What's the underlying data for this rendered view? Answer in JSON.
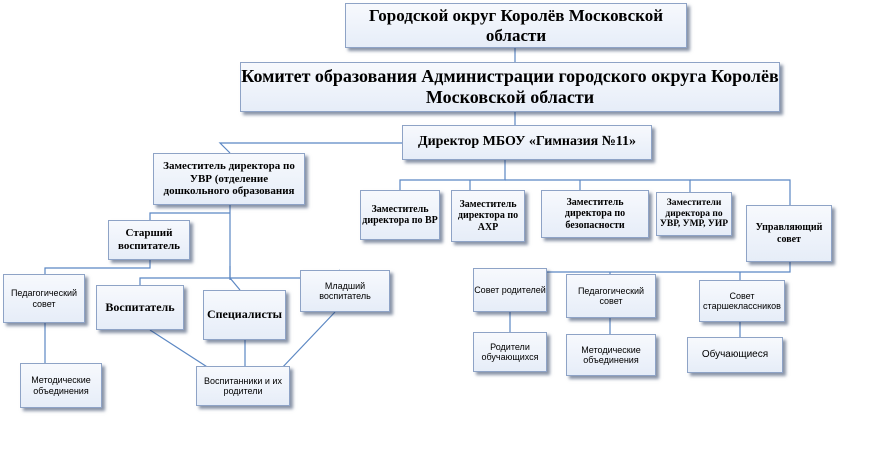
{
  "nodes": {
    "city": "Городской округ Королёв Московской области",
    "committee": "Комитет образования Администрации городского округа Королёв Московской области",
    "director": "Директор МБОУ «Гимназия №11»",
    "deputy_preschool": "Заместитель директора по УВР (отделение дошкольного образования",
    "senior_teacher": "Старший воспитатель",
    "ped_council_left": "Педагогический совет",
    "educator": "Воспитатель",
    "specialists": "Специалисты",
    "junior_teacher": "Младший воспитатель",
    "method_left": "Методические объединения",
    "pupils_parents": "Воспитанники и их родители",
    "deputy_vr": "Заместитель директора по ВР",
    "deputy_ahr": "Заместитель директора по АХР",
    "deputy_security": "Заместитель директора по безопасности",
    "deputies_uvr": "Заместители директора по УВР, УМР, УИР",
    "governing_council": "Управляющий совет",
    "parents_council": "Совет родителей",
    "ped_council_right": "Педагогический совет",
    "senior_council": "Совет старшеклассников",
    "students_parents": "Родители обучающихся",
    "method_right": "Методические объединения",
    "students": "Обучающиеся"
  },
  "colors": {
    "line": "#5b87c3",
    "box_border": "#8ea3c6",
    "box_fill": "#e9effa"
  }
}
